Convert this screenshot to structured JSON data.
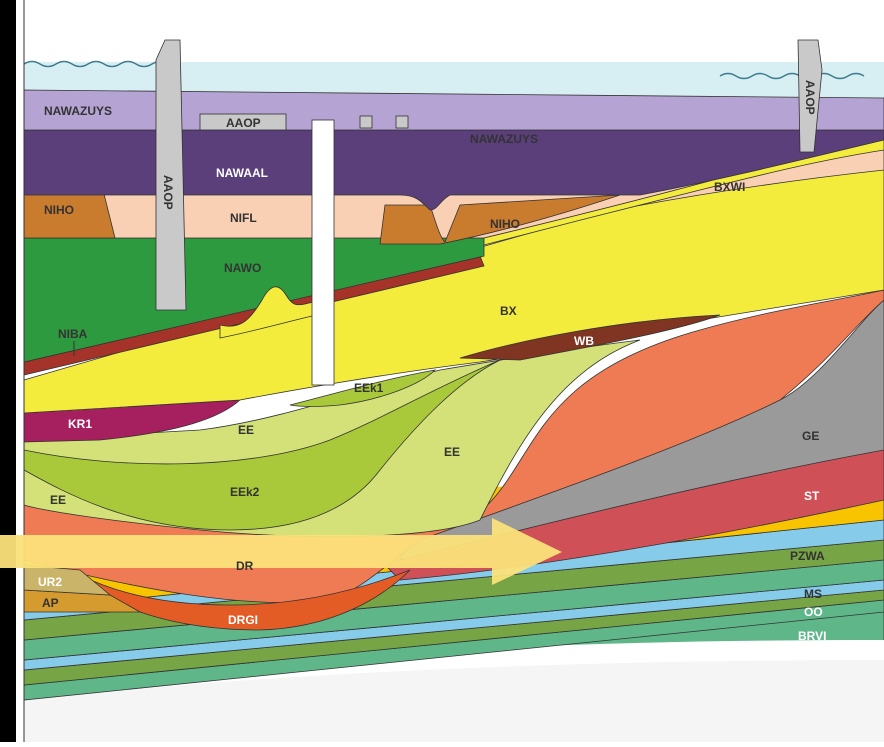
{
  "diagram": {
    "layer_labels": {
      "nawazuys_left": "NAWAZUYS",
      "nawazuys_right": "NAWAZUYS",
      "aaop_box": "AAOP",
      "aaop_pile_left": "AAOP",
      "aaop_pile_right": "AAOP",
      "nawaal": "NAWAAL",
      "niho_left": "NIHO",
      "niho_right": "NIHO",
      "nifl": "NIFL",
      "bxwi": "BXWI",
      "nawo": "NAWO",
      "niba": "NIBA",
      "bx": "BX",
      "wb": "WB",
      "eek1": "EEk1",
      "kr1": "KR1",
      "ee_top": "EE",
      "ee_right": "EE",
      "ee_left": "EE",
      "ge": "GE",
      "eek2": "EEk2",
      "st": "ST",
      "dr": "DR",
      "pzwa": "PZWA",
      "ur2": "UR2",
      "ap": "AP",
      "drgi": "DRGI",
      "ms": "MS",
      "oo": "OO",
      "brvi": "BRVI"
    },
    "colors": {
      "water": "#d7eef2",
      "nawazuys": "#b4a3d3",
      "nawaal": "#5a3f7b",
      "nifl": "#fad0b4",
      "niho": "#c97b2e",
      "nawo": "#2e9a3f",
      "red_band": "#a6332a",
      "bx": "#f3ec3c",
      "wb": "#7f3522",
      "ee": "#d3e178",
      "eek": "#a9c93a",
      "kr1": "#a61f5e",
      "dr": "#ef7b55",
      "drgi": "#e35b25",
      "ge": "#9a9a9a",
      "st": "#d05058",
      "pzwa": "#f8c400",
      "ms": "#86cbe9",
      "oo": "#77a545",
      "brvi": "#5fb789",
      "ap": "#d69b2f",
      "ur2": "#c9b46a",
      "pile": "#c9c9c9",
      "arrow": "#fbe27a"
    }
  }
}
